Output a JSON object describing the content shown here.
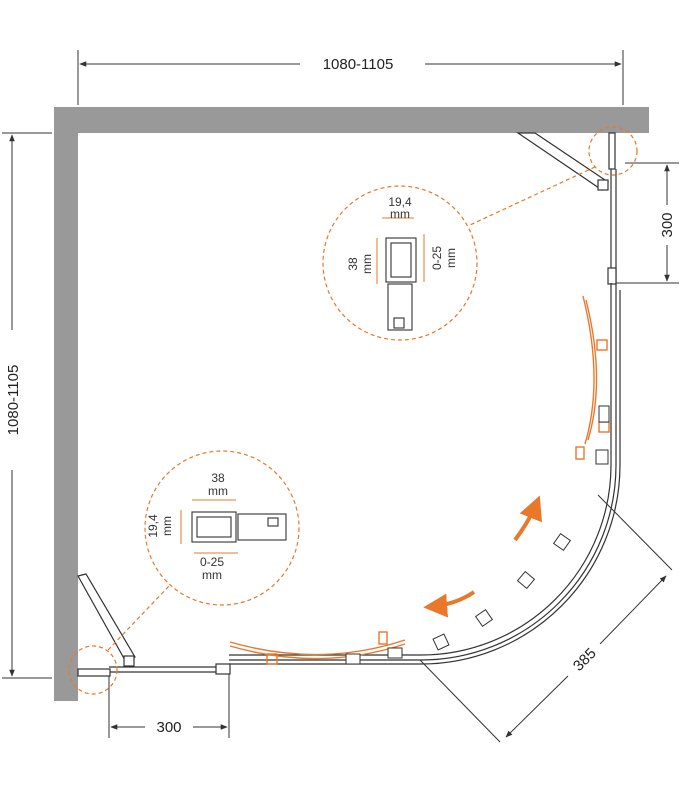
{
  "dimensions": {
    "top_width": "1080-1105",
    "left_height": "1080-1105",
    "right_offset": "300",
    "bottom_offset": "300",
    "diagonal": "385"
  },
  "detail_top": {
    "width": "19,4",
    "width_unit": "mm",
    "height": "38",
    "height_unit": "mm",
    "adjust": "0-25",
    "adjust_unit": "mm"
  },
  "detail_bottom": {
    "width": "38",
    "width_unit": "mm",
    "height": "19,4",
    "height_unit": "mm",
    "adjust": "0-25",
    "adjust_unit": "mm"
  },
  "colors": {
    "wall": "#999999",
    "line": "#333333",
    "accent": "#e8782a"
  }
}
